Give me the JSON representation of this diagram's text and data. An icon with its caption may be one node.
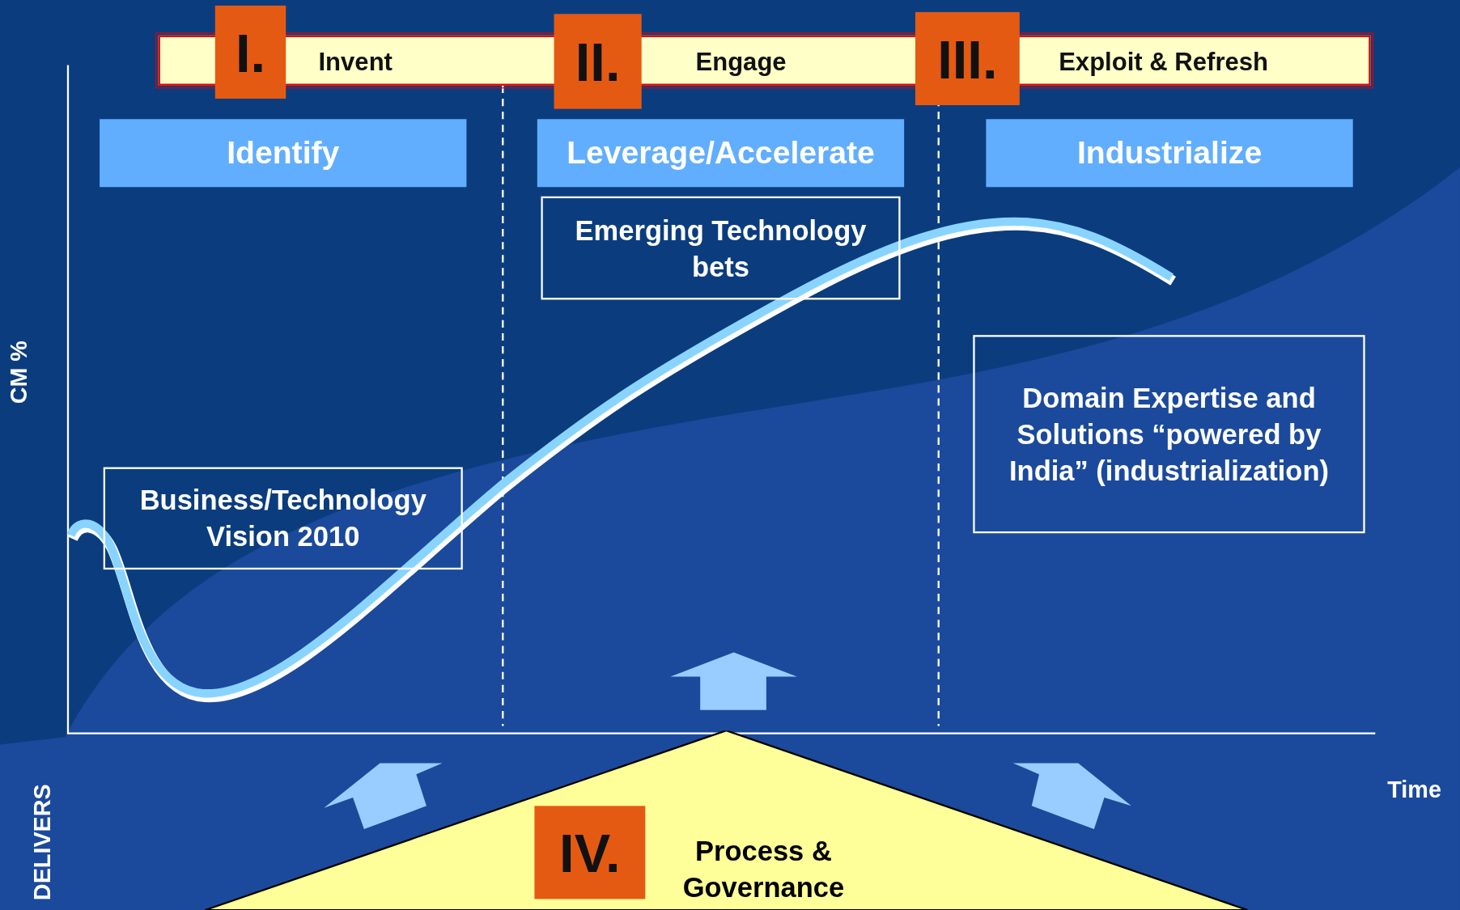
{
  "diagram": {
    "nodes": [
      {
        "text": [
          "Invent",
          "Engage",
          "Exploit & Refresh"
        ]
      },
      {
        "text": [
          "I."
        ]
      },
      {
        "text": [
          "II."
        ]
      },
      {
        "text": [
          "III."
        ]
      },
      {
        "text": [
          "Identify"
        ]
      },
      {
        "text": [
          "Leverage/Accelerate"
        ]
      },
      {
        "text": [
          "Industrialize"
        ]
      },
      {
        "text": [
          "Emerging Technology bets"
        ]
      },
      {
        "text": [
          "Business/Technology Vision 2010"
        ]
      },
      {
        "text": [
          "Domain Expertise and Solutions “powered by India” (industrialization)"
        ]
      },
      {
        "text": [
          "Process & Governance"
        ]
      },
      {
        "text": [
          "IV."
        ],
        "in": 10
      }
    ],
    "labels": [
      "CM %",
      "DELIVERS",
      "Time"
    ]
  }
}
